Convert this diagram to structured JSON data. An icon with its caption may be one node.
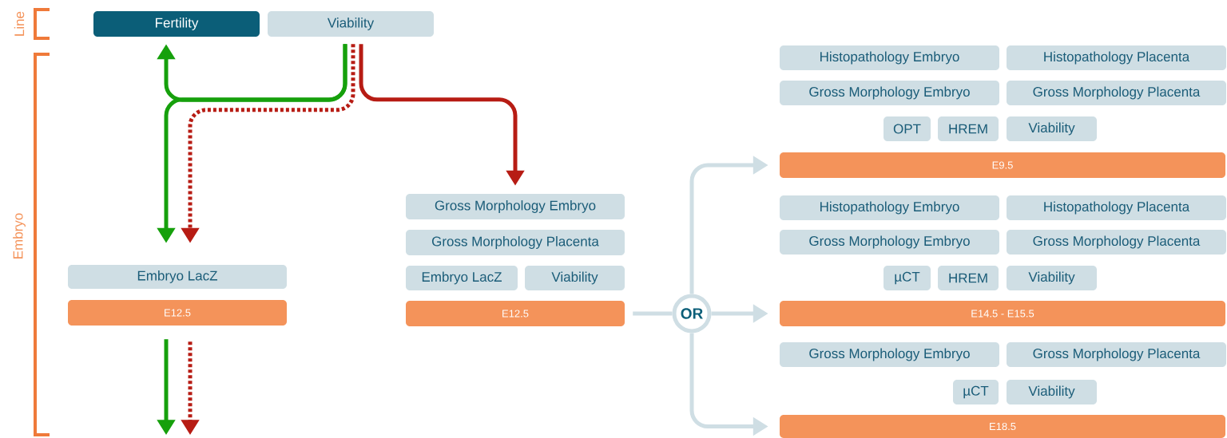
{
  "diagram": {
    "nodes": [
      {
        "text": [
          "Fertility"
        ]
      },
      {
        "text": [
          "Viability"
        ]
      },
      {
        "text": [
          "Embryo LacZ"
        ]
      },
      {
        "text": [
          "E12.5"
        ]
      },
      {
        "text": [
          "Gross Morphology Embryo"
        ]
      },
      {
        "text": [
          "Gross Morphology Placenta"
        ]
      },
      {
        "text": [
          "Embryo LacZ"
        ]
      },
      {
        "text": [
          "Viability"
        ]
      },
      {
        "text": [
          "E12.5"
        ]
      },
      {
        "text": [
          "OR"
        ]
      },
      {
        "text": [
          "Histopathology Embryo"
        ]
      },
      {
        "text": [
          "Histopathology Placenta"
        ]
      },
      {
        "text": [
          "Gross Morphology Embryo"
        ]
      },
      {
        "text": [
          "Gross Morphology Placenta"
        ]
      },
      {
        "text": [
          "OPT"
        ]
      },
      {
        "text": [
          "HREM"
        ]
      },
      {
        "text": [
          "Viability"
        ]
      },
      {
        "text": [
          "E9.5"
        ]
      },
      {
        "text": [
          "Histopathology Embryo"
        ]
      },
      {
        "text": [
          "Histopathology Placenta"
        ]
      },
      {
        "text": [
          "Gross Morphology Embryo"
        ]
      },
      {
        "text": [
          "Gross Morphology Placenta"
        ]
      },
      {
        "text": [
          "µCT"
        ]
      },
      {
        "text": [
          "HREM"
        ]
      },
      {
        "text": [
          "Viability"
        ]
      },
      {
        "text": [
          "E14.5 - E15.5"
        ]
      },
      {
        "text": [
          "Gross Morphology Embryo"
        ]
      },
      {
        "text": [
          "Gross Morphology Placenta"
        ]
      },
      {
        "text": [
          "µCT"
        ]
      },
      {
        "text": [
          "Viability"
        ]
      },
      {
        "text": [
          "E18.5"
        ]
      }
    ],
    "edges": [
      {
        "from": 1,
        "to": 0,
        "arrow": "to",
        "color": "#16a00c"
      },
      {
        "from": 1,
        "to": 2,
        "arrow": "to",
        "color": "#16a00c"
      },
      {
        "from": 1,
        "to": 2,
        "arrow": "to",
        "style": "dashed",
        "color": "#b71c14"
      },
      {
        "from": 1,
        "to": 4,
        "arrow": "to",
        "color": "#b71c14"
      },
      {
        "from": 3,
        "to": null,
        "arrow": "to",
        "color": "#16a00c"
      },
      {
        "from": 3,
        "to": null,
        "arrow": "to",
        "style": "dashed",
        "color": "#b71c14"
      },
      {
        "from": 8,
        "to": 9,
        "arrow": "none",
        "color": "#cfdee4"
      },
      {
        "from": 9,
        "to": 17,
        "arrow": "to",
        "color": "#cfdee4"
      },
      {
        "from": 9,
        "to": 25,
        "arrow": "to",
        "color": "#cfdee4"
      },
      {
        "from": 9,
        "to": 30,
        "arrow": "to",
        "color": "#cfdee4"
      }
    ],
    "labels": [
      "Line",
      "Embryo"
    ]
  }
}
